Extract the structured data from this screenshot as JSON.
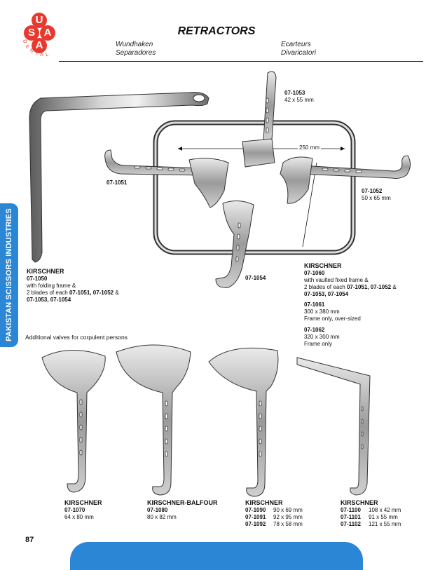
{
  "brand": {
    "logo_letters": [
      "U",
      "S",
      "A",
      "A"
    ],
    "logo_arc_text": "DENTAL",
    "sidebar_text": "PAKISTAN SCISSORS INDUSTRIES"
  },
  "header": {
    "title": "RETRACTORS",
    "translations": [
      "Wundhaken",
      "Separadores",
      "Ecarteurs",
      "Divaricatori"
    ]
  },
  "products": {
    "p1050": {
      "name": "KIRSCHNER",
      "code": "07-1050",
      "desc1": "with folding frame &",
      "desc2_pre": "2 blades of each ",
      "desc2_codes": "07-1051, 07-1052",
      "desc2_post": " &",
      "desc3_codes": "07-1053, 07-1054"
    },
    "p1051": {
      "code": "07-1051"
    },
    "p1052": {
      "code": "07-1052",
      "size": "50 x 65 mm"
    },
    "p1053": {
      "code": "07-1053",
      "size": "42 x 55 mm"
    },
    "p1054": {
      "code": "07-1054"
    },
    "frame_dim": "250 mm",
    "p1060": {
      "name": "KIRSCHNER",
      "code": "07-1060",
      "desc1": "with vaulted fixed frame &",
      "desc2_pre": "2 blades of each ",
      "desc2_codes": "07-1051, 07-1052",
      "desc2_post": " &",
      "desc3_codes": "07-1053, 07-1054"
    },
    "p1061": {
      "code": "07-1061",
      "size": "300 x 380 mm",
      "desc": "Frame only, over-sized"
    },
    "p1062": {
      "code": "07-1062",
      "size": "320 x 300 mm",
      "desc": "Frame only"
    }
  },
  "additional": {
    "heading": "Additional valves for corpulent persons",
    "items": [
      {
        "name": "KIRSCHNER",
        "rows": [
          {
            "code": "07-1070",
            "size": ""
          }
        ],
        "size_line": "64 x 80 mm"
      },
      {
        "name": "KIRSCHNER-BALFOUR",
        "rows": [
          {
            "code": "07-1080",
            "size": ""
          }
        ],
        "size_line": "80 x 82 mm"
      },
      {
        "name": "KIRSCHNER",
        "rows": [
          {
            "code": "07-1090",
            "size": "90 x 69 mm"
          },
          {
            "code": "07-1091",
            "size": "92 x 95 mm"
          },
          {
            "code": "07-1092",
            "size": "78 x 58 mm"
          }
        ]
      },
      {
        "name": "KIRSCHNER",
        "rows": [
          {
            "code": "07-1100",
            "size": "108 x 42 mm"
          },
          {
            "code": "07-1101",
            "size": "91 x 55 mm"
          },
          {
            "code": "07-1102",
            "size": "121 x 55 mm"
          }
        ]
      }
    ]
  },
  "page_number": "87",
  "colors": {
    "brand_red": "#e8392f",
    "brand_blue": "#2b86d6"
  }
}
